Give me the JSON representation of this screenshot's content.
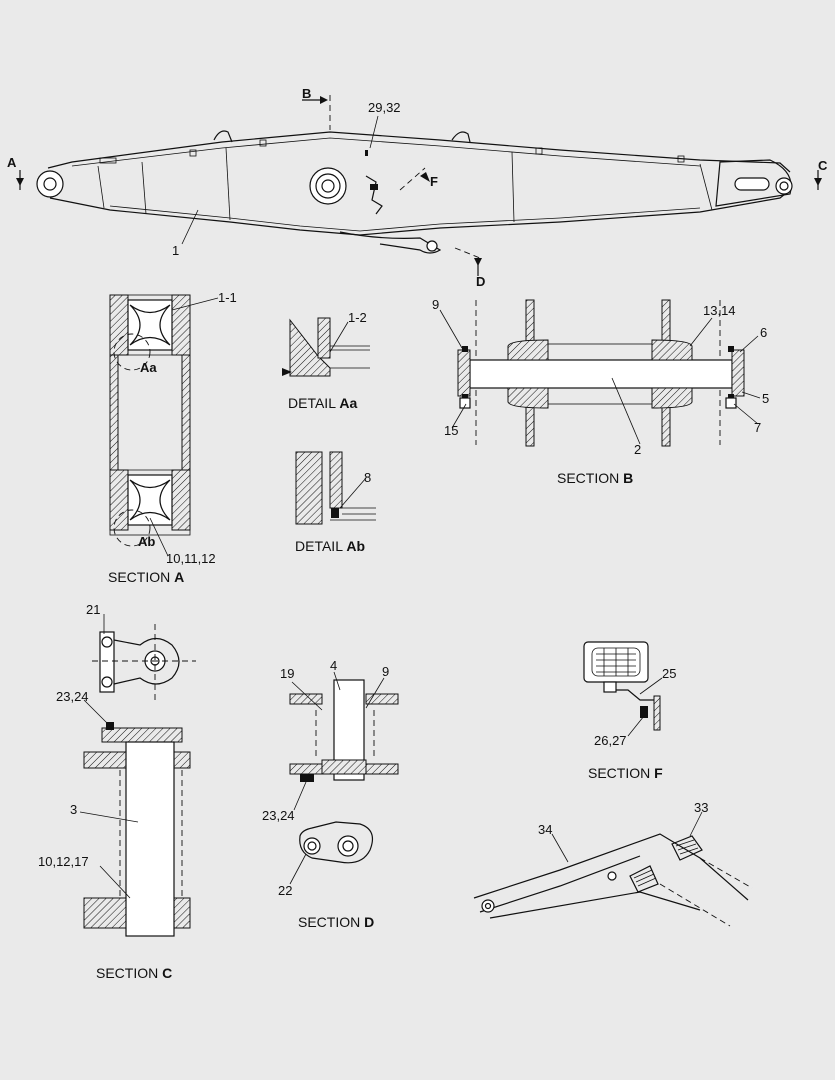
{
  "callouts": {
    "a_left": "A",
    "b_top": "B",
    "c_right": "C",
    "d_bottom": "D",
    "f_view": "F",
    "ref_29_32": "29,32",
    "ref_1": "1",
    "ref_1_1": "1-1",
    "ref_aa": "Aa",
    "ref_ab": "Ab",
    "ref_10_11_12": "10,11,12",
    "ref_1_2": "1-2",
    "ref_8": "8",
    "ref_9_b": "9",
    "ref_13_14": "13,14",
    "ref_6": "6",
    "ref_5": "5",
    "ref_7": "7",
    "ref_15": "15",
    "ref_2": "2",
    "ref_21": "21",
    "ref_23_24_c": "23,24",
    "ref_3": "3",
    "ref_10_12_17": "10,12,17",
    "ref_19": "19",
    "ref_4": "4",
    "ref_9_d": "9",
    "ref_23_24_d": "23,24",
    "ref_22": "22",
    "ref_25": "25",
    "ref_26_27": "26,27",
    "ref_33": "33",
    "ref_34": "34"
  },
  "captions": {
    "section_a": {
      "word": "SECTION",
      "letter": "A"
    },
    "detail_aa": {
      "word": "DETAIL",
      "letter": "Aa"
    },
    "detail_ab": {
      "word": "DETAIL",
      "letter": "Ab"
    },
    "section_b": {
      "word": "SECTION",
      "letter": "B"
    },
    "section_c": {
      "word": "SECTION",
      "letter": "C"
    },
    "section_d": {
      "word": "SECTION",
      "letter": "D"
    },
    "section_f": {
      "word": "SECTION",
      "letter": "F"
    }
  },
  "colors": {
    "background": "#eaeaea",
    "ink": "#111111"
  }
}
